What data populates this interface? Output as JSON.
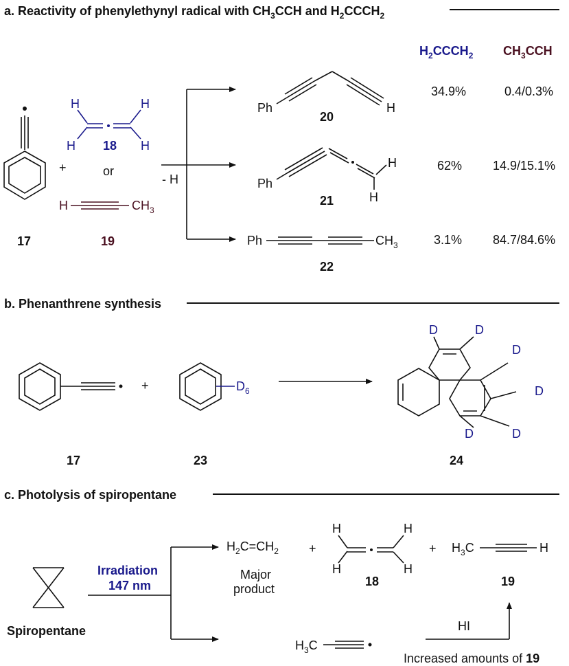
{
  "colors": {
    "allene": "#1a1a8c",
    "propyne": "#4a1020",
    "ink": "#111111"
  },
  "section_a": {
    "title_pre": "a. Reactivity of phenylethynyl radical with CH",
    "title_sub1": "3",
    "title_mid": "CCH and H",
    "title_sub2": "2",
    "title_mid2": "CCCH",
    "title_sub3": "2",
    "col_allene": {
      "pre": "H",
      "s1": "2",
      "mid": "CCCH",
      "s2": "2"
    },
    "col_propyne": {
      "pre": "CH",
      "s1": "3",
      "mid": "CCH"
    },
    "reagent_17": "17",
    "reagent_18": "18",
    "reagent_19": "19",
    "or": "or",
    "plus": "+",
    "loss": "- H",
    "H": "H",
    "CH": "CH",
    "three": "3",
    "Ph": "Ph",
    "products": [
      {
        "id": "20",
        "allene": "34.9%",
        "propyne": "0.4/0.3%"
      },
      {
        "id": "21",
        "allene": "62%",
        "propyne": "14.9/15.1%"
      },
      {
        "id": "22",
        "allene": "3.1%",
        "propyne": "84.7/84.6%"
      }
    ]
  },
  "section_b": {
    "title": "b. Phenanthrene synthesis",
    "D": "D",
    "D6": "D",
    "six": "6",
    "plus": "+",
    "c17": "17",
    "c23": "23",
    "c24": "24"
  },
  "section_c": {
    "title": "c. Photolysis of spiropentane",
    "spiro": "Spiropentane",
    "irr1": "Irradiation",
    "irr2": "147 nm",
    "ethylene_pre": "H",
    "ethylene_s1": "2",
    "ethylene_mid": "C=CH",
    "ethylene_s2": "2",
    "major1": "Major",
    "major2": "product",
    "plus": "+",
    "H": "H",
    "H3C": "H",
    "H3C_sub": "3",
    "H3C_end": "C",
    "c18": "18",
    "c19": "19",
    "HI": "HI",
    "increased": "Increased amounts of ",
    "increased_num": "19"
  }
}
